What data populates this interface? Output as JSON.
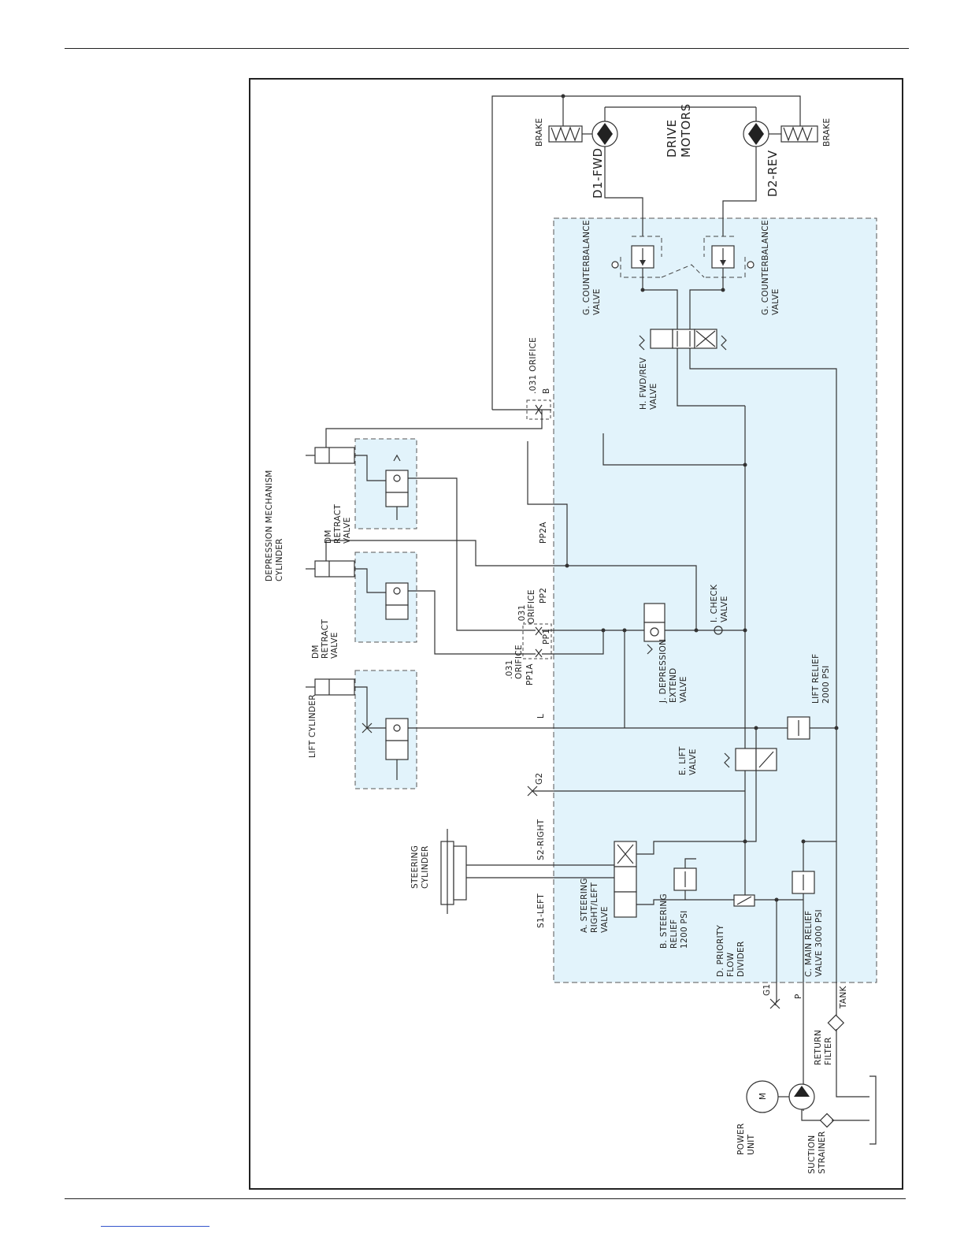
{
  "diagram": {
    "title_dm": [
      "DEPRESSION MECHANISM",
      "CYLINDER"
    ],
    "drive_motors": [
      "DRIVE",
      "MOTORS"
    ],
    "brake_left": "BRAKE",
    "brake_right": "BRAKE",
    "d1": "D1-FWD",
    "d2": "D2-REV",
    "cb_left": [
      "G. COUNTERBALANCE",
      "VALVE"
    ],
    "cb_right": [
      "G. COUNTERBALANCE",
      "VALVE"
    ],
    "fwd_rev": [
      "H. FWD/REV",
      "VALVE"
    ],
    "orifice_b": ".031 ORIFICE",
    "port_b": "B",
    "dm_retract_top": [
      "DM",
      "RETRACT",
      "VALVE"
    ],
    "dm_retract_mid": [
      "DM",
      "RETRACT",
      "VALVE"
    ],
    "pp2a": "PP2A",
    "pp2": "PP2",
    "pp1": "PP1",
    "pp1a": "PP1A",
    "orifice_pp": [
      ".031",
      "ORIFICE"
    ],
    "orifice_pp1a": [
      ".031",
      "ORIFICE"
    ],
    "check_valve": [
      "I. CHECK",
      "VALVE"
    ],
    "depression": [
      "J. DEPRESSION",
      "EXTEND",
      "VALVE"
    ],
    "lift_cylinder": "LIFT CYLINDER",
    "port_l": "L",
    "lift_relief": [
      "LIFT RELIEF",
      "2000 PSI"
    ],
    "lift_valve": [
      "E. LIFT",
      "VALVE"
    ],
    "port_g2": "G2",
    "steering_cylinder": [
      "STEERING",
      "CYLINDER"
    ],
    "s2": "S2-RIGHT",
    "s1": "S1-LEFT",
    "steering_valve": [
      "A. STEERING",
      "RIGHT/LEFT",
      "VALVE"
    ],
    "steering_relief": [
      "B. STEERING",
      "RELIEF",
      "1200 PSI"
    ],
    "priority": [
      "D. PRIORITY",
      "FLOW",
      "DIVIDER"
    ],
    "main_relief": [
      "C. MAIN RELIEF",
      "VALVE 3000 PSI"
    ],
    "port_g1": "G1",
    "port_p": "P",
    "tank": "TANK",
    "return_filter": [
      "RETURN",
      "FILTER"
    ],
    "power_unit": [
      "POWER",
      "UNIT"
    ],
    "motor_symbol": "M",
    "suction": [
      "SUCTION",
      "STRAINER"
    ]
  },
  "colors": {
    "manifold_fill": "#e2f3fb",
    "line": "#333333"
  }
}
